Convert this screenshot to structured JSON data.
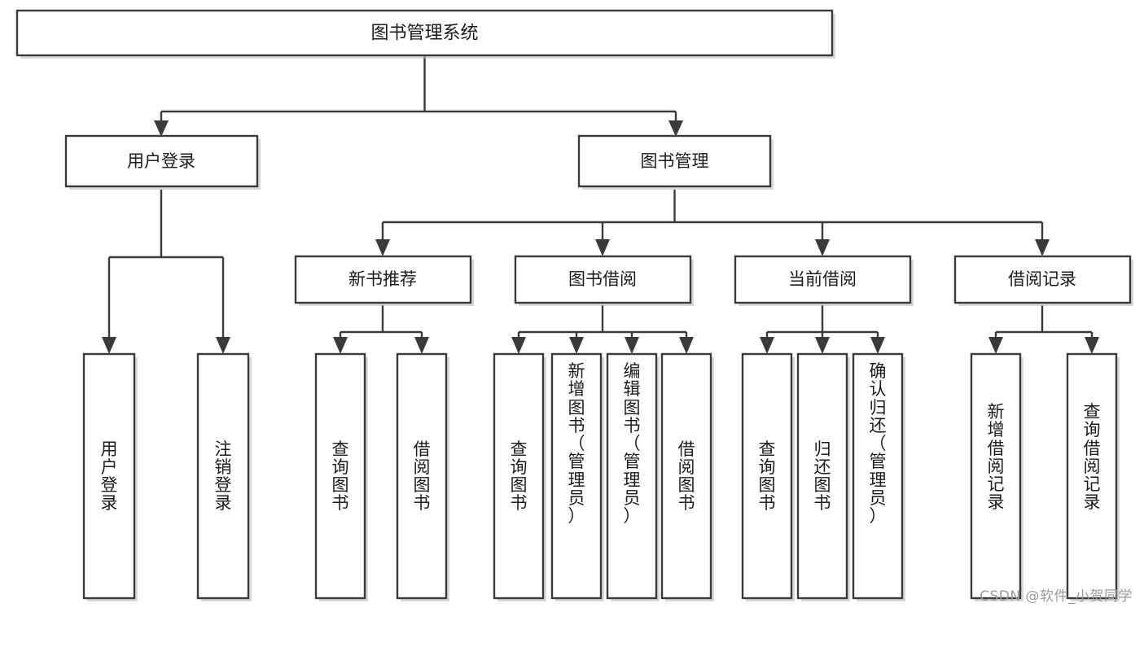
{
  "diagram": {
    "type": "tree-hierarchy",
    "title": "图书管理系统",
    "root": {
      "id": "root",
      "label": "图书管理系统",
      "level": 0,
      "orientation": "horizontal"
    },
    "level2": [
      {
        "id": "user-login",
        "label": "用户登录",
        "orientation": "horizontal"
      },
      {
        "id": "book-manage",
        "label": "图书管理",
        "orientation": "horizontal"
      }
    ],
    "level3": [
      {
        "id": "new-book-rec",
        "label": "新书推荐",
        "parent": "book-manage",
        "orientation": "horizontal"
      },
      {
        "id": "book-borrow",
        "label": "图书借阅",
        "parent": "book-manage",
        "orientation": "horizontal"
      },
      {
        "id": "current-borrow",
        "label": "当前借阅",
        "parent": "book-manage",
        "orientation": "horizontal"
      },
      {
        "id": "borrow-record",
        "label": "借阅记录",
        "parent": "book-manage",
        "orientation": "horizontal"
      }
    ],
    "leaves": {
      "user-login": [
        {
          "id": "leaf-user-login",
          "label": "用户登录",
          "lines": [
            "用",
            "户",
            "登",
            "录"
          ]
        },
        {
          "id": "leaf-user-logout",
          "label": "注销登录",
          "lines": [
            "注",
            "销",
            "登",
            "录"
          ]
        }
      ],
      "new-book-rec": [
        {
          "id": "leaf-query-book-1",
          "label": "查询图书",
          "lines": [
            "查",
            "询",
            "图",
            "书"
          ]
        },
        {
          "id": "leaf-borrow-book-1",
          "label": "借阅图书",
          "lines": [
            "借",
            "阅",
            "图",
            "书"
          ]
        }
      ],
      "book-borrow": [
        {
          "id": "leaf-query-book-2",
          "label": "查询图书",
          "lines": [
            "查",
            "询",
            "图",
            "书"
          ]
        },
        {
          "id": "leaf-add-book",
          "label": "新增图书（管理员）",
          "lines": [
            "新",
            "增",
            "图",
            "书",
            "（",
            "管",
            "理",
            "员",
            "）"
          ]
        },
        {
          "id": "leaf-edit-book",
          "label": "编辑图书（管理员）",
          "lines": [
            "编",
            "辑",
            "图",
            "书",
            "（",
            "管",
            "理",
            "员",
            "）"
          ]
        },
        {
          "id": "leaf-borrow-book-2",
          "label": "借阅图书",
          "lines": [
            "借",
            "阅",
            "图",
            "书"
          ]
        }
      ],
      "current-borrow": [
        {
          "id": "leaf-query-book-3",
          "label": "查询图书",
          "lines": [
            "查",
            "询",
            "图",
            "书"
          ]
        },
        {
          "id": "leaf-return-book",
          "label": "归还图书",
          "lines": [
            "归",
            "还",
            "图",
            "书"
          ]
        },
        {
          "id": "leaf-confirm-return",
          "label": "确认归还（管理员）",
          "lines": [
            "确",
            "认",
            "归",
            "还",
            "（",
            "管",
            "理",
            "员",
            "）"
          ]
        }
      ],
      "borrow-record": [
        {
          "id": "leaf-add-record",
          "label": "新增借阅记录",
          "lines": [
            "新",
            "增",
            "借",
            "阅",
            "记",
            "录"
          ]
        },
        {
          "id": "leaf-query-record",
          "label": "查询借阅记录",
          "lines": [
            "查",
            "询",
            "借",
            "阅",
            "记",
            "录"
          ]
        }
      ]
    }
  },
  "watermark": {
    "text": "CSDN @软件_小贺同学"
  },
  "colors": {
    "box_stroke": "#3a3a3a",
    "box_fill": "#ffffff",
    "text": "#1b1b1b",
    "background": "#ffffff",
    "watermark": "#9b9b9b"
  }
}
